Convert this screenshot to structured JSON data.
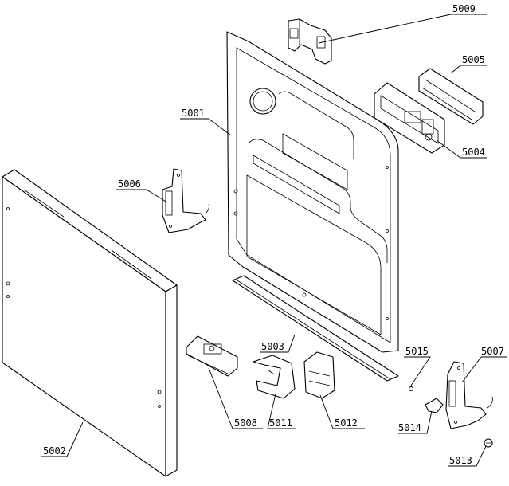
{
  "diagram": {
    "parts": [
      {
        "id": "door-panel",
        "label": "5002"
      },
      {
        "id": "inner-door",
        "label": "5001"
      },
      {
        "id": "control-switch",
        "label": "5009"
      },
      {
        "id": "control-bracket",
        "label": "5005"
      },
      {
        "id": "control-unit",
        "label": "5004"
      },
      {
        "id": "hinge-left",
        "label": "5006"
      },
      {
        "id": "bottom-strip",
        "label": "5003"
      },
      {
        "id": "latch-housing",
        "label": "5008"
      },
      {
        "id": "clip-bracket",
        "label": "5011"
      },
      {
        "id": "insulation-sheet",
        "label": "5012"
      },
      {
        "id": "small-ball",
        "label": "5015"
      },
      {
        "id": "hinge-right",
        "label": "5007"
      },
      {
        "id": "hinge-clip",
        "label": "5014"
      },
      {
        "id": "screw",
        "label": "5013"
      }
    ]
  }
}
